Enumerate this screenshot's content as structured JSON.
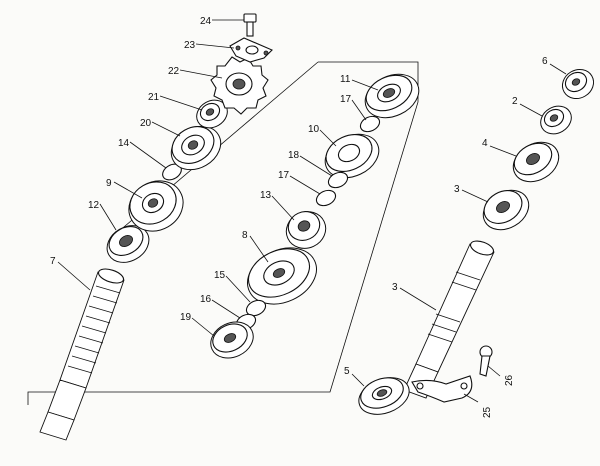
{
  "diagram": {
    "callouts": [
      {
        "id": "c24a",
        "text": "24"
      },
      {
        "id": "c23",
        "text": "23"
      },
      {
        "id": "c22",
        "text": "22"
      },
      {
        "id": "c21",
        "text": "21"
      },
      {
        "id": "c20",
        "text": "20"
      },
      {
        "id": "c14",
        "text": "14"
      },
      {
        "id": "c9",
        "text": "9"
      },
      {
        "id": "c12",
        "text": "12"
      },
      {
        "id": "c7",
        "text": "7"
      },
      {
        "id": "c11",
        "text": "11"
      },
      {
        "id": "c17a",
        "text": "17"
      },
      {
        "id": "c10",
        "text": "10"
      },
      {
        "id": "c18",
        "text": "18"
      },
      {
        "id": "c17b",
        "text": "17"
      },
      {
        "id": "c13",
        "text": "13"
      },
      {
        "id": "c8",
        "text": "8"
      },
      {
        "id": "c15",
        "text": "15"
      },
      {
        "id": "c16",
        "text": "16"
      },
      {
        "id": "c19",
        "text": "19"
      },
      {
        "id": "c6",
        "text": "6"
      },
      {
        "id": "c2",
        "text": "2"
      },
      {
        "id": "c4",
        "text": "4"
      },
      {
        "id": "c3a",
        "text": "3"
      },
      {
        "id": "c3b",
        "text": "3"
      },
      {
        "id": "c5",
        "text": "5"
      },
      {
        "id": "c26",
        "text": "26"
      },
      {
        "id": "c25",
        "text": "25"
      }
    ]
  }
}
